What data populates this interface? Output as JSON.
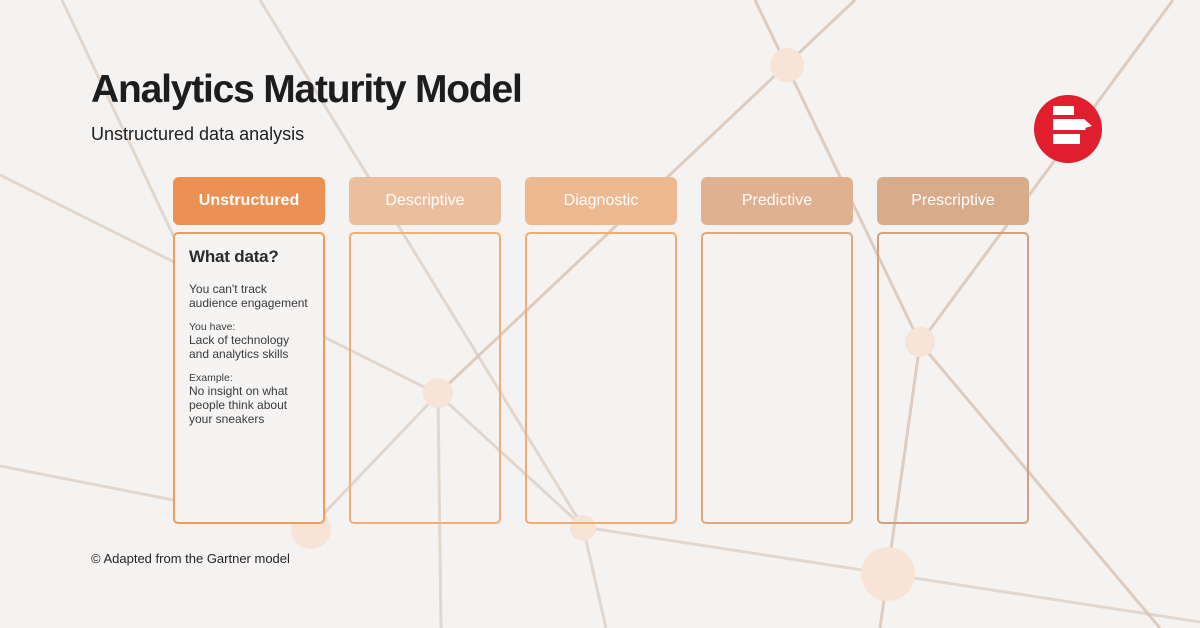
{
  "header": {
    "title": "Analytics Maturity Model",
    "subtitle": "Unstructured data analysis"
  },
  "footer": {
    "credit": "© Adapted from the Gartner model"
  },
  "logo": {
    "name": "brand-logo",
    "background": "#E01E2E",
    "bar_color": "#FFFFFF"
  },
  "colors": {
    "page_bg": "#F4F3F2",
    "mesh_line": "#DCCFC6",
    "mesh_line_warm": "#D9C4B6",
    "mesh_node": "#F7E4D6",
    "header_text": "#FFFFFF"
  },
  "columns": [
    {
      "label": "Unstructured",
      "active": true,
      "header_bg": "#EA9153",
      "border": "#EE9D5F",
      "card": {
        "heading": "What data?",
        "paragraph": "You can't track audience engagement",
        "have_label": "You have:",
        "have_text": "Lack of technology and analytics skills",
        "example_label": "Example:",
        "example_text": "No insight on what people think about your sneakers"
      }
    },
    {
      "label": "Descriptive",
      "active": false,
      "header_bg": "#EBBF9E",
      "border": "#F0AF7A"
    },
    {
      "label": "Diagnostic",
      "active": false,
      "header_bg": "#EDB991",
      "border": "#EFAC74"
    },
    {
      "label": "Predictive",
      "active": false,
      "header_bg": "#E1B08E",
      "border": "#DFA87D"
    },
    {
      "label": "Prescriptive",
      "active": false,
      "header_bg": "#D8AB8B",
      "border": "#D2A17C"
    }
  ]
}
